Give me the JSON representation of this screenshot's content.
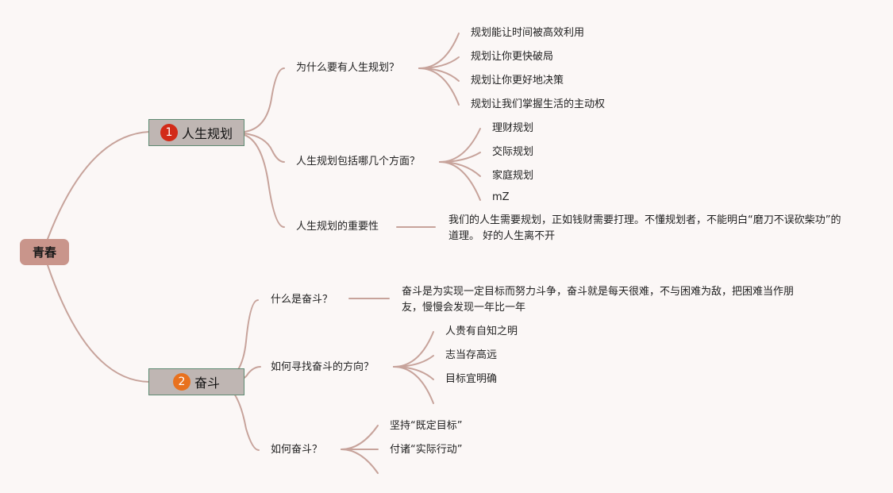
{
  "colors": {
    "line": "#c7a39b",
    "root_bg": "#c9958b",
    "main_bg": "#bfb6b3",
    "badge1": "#d22a18",
    "badge2": "#e8711e"
  },
  "root": {
    "label": "青春"
  },
  "branches": [
    {
      "number": "1",
      "label": "人生规划",
      "children": [
        {
          "label": "为什么要有人生规划？",
          "children": [
            "规划能让时间被高效利用",
            "规划让你更快破局",
            "规划让你更好地决策",
            "规划让我们掌握生活的主动权"
          ]
        },
        {
          "label": "人生规划包括哪几个方面？",
          "children": [
            "理财规划",
            "交际规划",
            "家庭规划",
            "mZ"
          ]
        },
        {
          "label": "人生规划的重要性",
          "children": [
            "我们的人生需要规划，正如钱财需要打理。不懂规划者，不能明白“磨刀不误砍柴功”的道理。 好的人生离不开"
          ]
        }
      ]
    },
    {
      "number": "2",
      "label": "奋斗",
      "children": [
        {
          "label": "什么是奋斗？",
          "children": [
            "奋斗是为实现一定目标而努力斗争，奋斗就是每天很难，不与困难为敌，把困难当作朋友，慢慢会发现一年比一年"
          ]
        },
        {
          "label": "如何寻找奋斗的方向？",
          "children": [
            "人贵有自知之明",
            "志当存高远",
            "目标宜明确",
            ""
          ]
        },
        {
          "label": "如何奋斗？",
          "children": [
            "坚持“既定目标”",
            "付诸“实际行动”",
            ""
          ]
        }
      ]
    }
  ]
}
